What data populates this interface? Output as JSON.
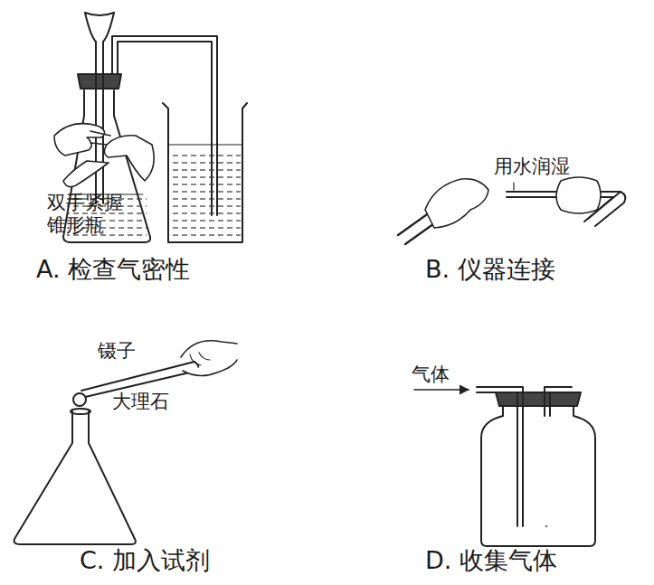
{
  "diagram": {
    "labels": [
      "双手紧握 锥形瓶",
      "A. 检查气密性",
      "用水润湿",
      "B. 仪器连接",
      "镊子",
      "大理石",
      "C. 加入试剂",
      "气体",
      "D. 收集气体"
    ]
  }
}
